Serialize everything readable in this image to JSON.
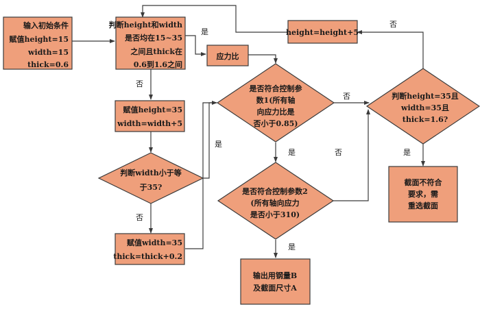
{
  "diagram": {
    "nodes": {
      "init": {
        "lines": [
          "输入初始条件",
          "赋值height=15",
          "width=15",
          "thick=0.6"
        ]
      },
      "judge_range": {
        "lines": [
          "判断height和width",
          "是否均在15~35",
          "之间且thick在",
          "0.6到1.6之间"
        ]
      },
      "height_inc": {
        "lines": [
          "height=height+5"
        ]
      },
      "stress_ratio": {
        "lines": [
          "应力比"
        ]
      },
      "assign_h35": {
        "lines": [
          "赋值height=35",
          "width=width+5"
        ]
      },
      "check_param1": {
        "lines": [
          "是否符合控制参",
          "数1(所有轴",
          "向应力比是",
          "否小于0.85)"
        ]
      },
      "judge_final": {
        "lines": [
          "判断height=35且",
          "width=35且",
          "thick=1.6?"
        ]
      },
      "judge_width": {
        "lines": [
          "判断width小于等",
          "于35?"
        ]
      },
      "check_param2": {
        "lines": [
          "是否符合控制参数2",
          "(所有轴向应力",
          "是否小于310)"
        ]
      },
      "reject": {
        "lines": [
          "截面不符合",
          "要求，需",
          "重选截面"
        ]
      },
      "assign_w35": {
        "lines": [
          "赋值width=35",
          "thick=thick+0.2"
        ]
      },
      "output": {
        "lines": [
          "输出用钢量B",
          "及截面尺寸A"
        ]
      }
    },
    "edge_labels": {
      "range_yes": "是",
      "range_no": "否",
      "final_no": "否",
      "param1_no": "否",
      "param1_yes": "是",
      "width_yes": "是",
      "width_no": "否",
      "param2_no": "否",
      "param2_yes": "是",
      "final_yes": "是"
    }
  }
}
